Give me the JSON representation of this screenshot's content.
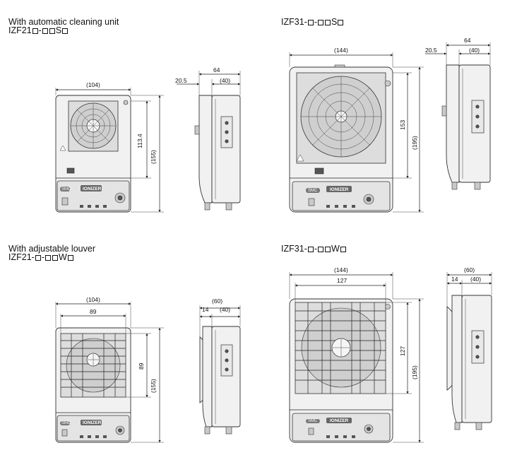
{
  "sections": {
    "cleaning_unit_title": "With automatic cleaning unit",
    "izf21_s_model": [
      "IZF21",
      "-",
      "S"
    ],
    "izf31_s_model": [
      "IZF31-",
      "-",
      "S"
    ],
    "louver_title": "With adjustable louver",
    "izf21_w_model": [
      "IZF21-",
      "-",
      "W"
    ],
    "izf31_w_model": [
      "IZF31-",
      "-",
      "W"
    ]
  },
  "dimensions": {
    "izf21_s_front_width": "(104)",
    "izf21_s_front_fan_height": "113.4",
    "izf21_s_front_total_height": "(155)",
    "izf21_s_side_depth": "64",
    "izf21_s_side_offset": "20.5",
    "izf21_s_side_body": "(40)",
    "izf31_s_front_width": "(144)",
    "izf31_s_front_fan_height": "153",
    "izf31_s_front_total_height": "(195)",
    "izf31_s_side_depth": "64",
    "izf31_s_side_offset": "20.5",
    "izf31_s_side_body": "(40)",
    "izf21_w_front_width": "(104)",
    "izf21_w_louver_width": "89",
    "izf21_w_louver_height": "89",
    "izf21_w_total_height": "(155)",
    "izf21_w_side_depth": "(60)",
    "izf21_w_side_offset": "14",
    "izf21_w_side_body": "(40)",
    "izf31_w_front_width": "(144)",
    "izf31_w_louver_width": "127",
    "izf31_w_louver_height": "127",
    "izf31_w_total_height": "(195)",
    "izf31_w_side_depth": "(60)",
    "izf31_w_side_offset": "14",
    "izf31_w_side_body": "(40)"
  },
  "labels": {
    "brand": "SMC",
    "product": "IONIZER"
  }
}
